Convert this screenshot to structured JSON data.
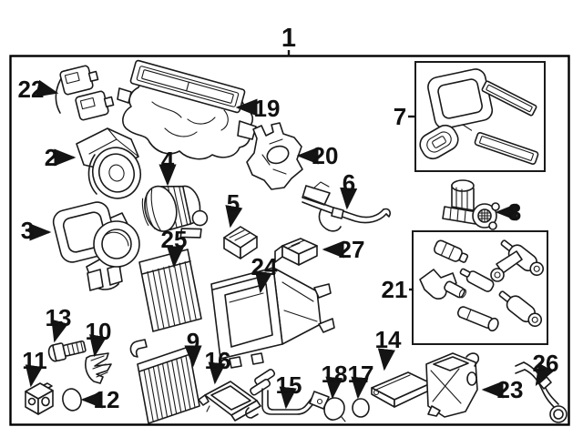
{
  "diagram": {
    "type": "exploded-parts-diagram",
    "background_color": "#ffffff",
    "line_color": "#1a1a1a",
    "label_color": "#111111",
    "boxed_group_callouts": [
      "7",
      "21"
    ],
    "callouts": [
      {
        "label": "1"
      },
      {
        "label": "2"
      },
      {
        "label": "3"
      },
      {
        "label": "4"
      },
      {
        "label": "5"
      },
      {
        "label": "6"
      },
      {
        "label": "7"
      },
      {
        "label": "8"
      },
      {
        "label": "9"
      },
      {
        "label": "10"
      },
      {
        "label": "11"
      },
      {
        "label": "12"
      },
      {
        "label": "13"
      },
      {
        "label": "14"
      },
      {
        "label": "15"
      },
      {
        "label": "16"
      },
      {
        "label": "17"
      },
      {
        "label": "18"
      },
      {
        "label": "19"
      },
      {
        "label": "20"
      },
      {
        "label": "21"
      },
      {
        "label": "22"
      },
      {
        "label": "23"
      },
      {
        "label": "24"
      },
      {
        "label": "25"
      },
      {
        "label": "26"
      },
      {
        "label": "27"
      }
    ]
  }
}
